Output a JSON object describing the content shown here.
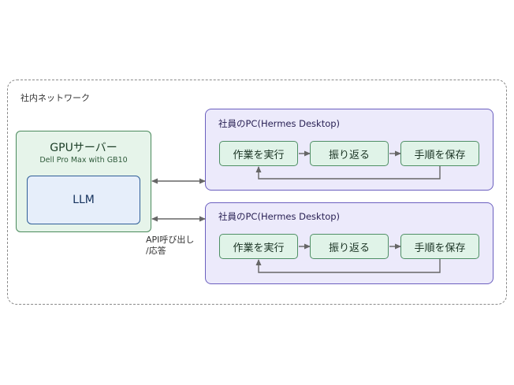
{
  "network": {
    "label": "社内ネットワーク"
  },
  "gpu_server": {
    "title": "GPUサーバー",
    "subtitle": "Dell Pro Max with GB10",
    "llm_label": "LLM"
  },
  "connection": {
    "line1": "API呼び出し",
    "line2": "/応答"
  },
  "pcs": [
    {
      "title": "社員のPC(Hermes Desktop)",
      "steps": [
        "作業を実行",
        "振り返る",
        "手順を保存"
      ]
    },
    {
      "title": "社員のPC(Hermes Desktop)",
      "steps": [
        "作業を実行",
        "振り返る",
        "手順を保存"
      ]
    }
  ]
}
